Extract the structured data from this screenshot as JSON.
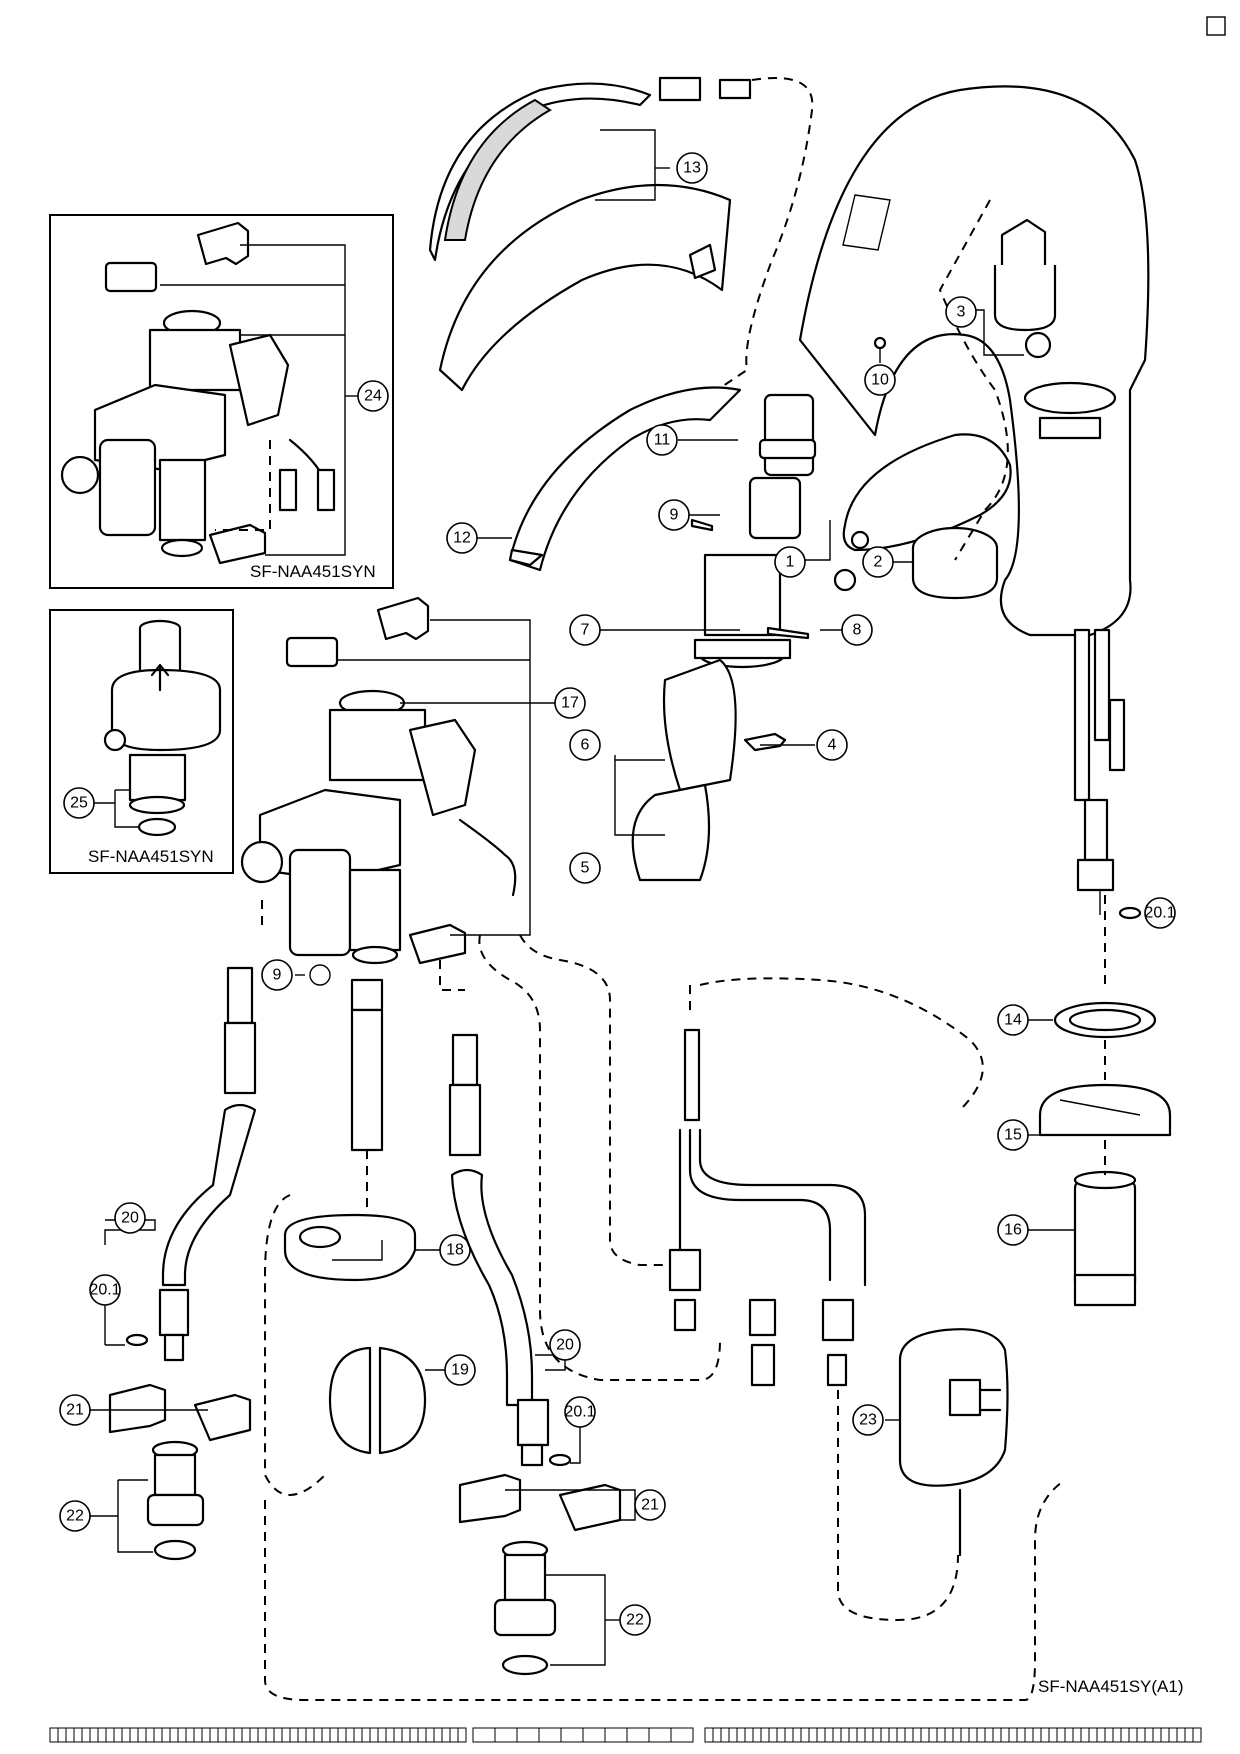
{
  "inset_top": {
    "model": "SF-NAA451SYN"
  },
  "inset_mid": {
    "model": "SF-NAA451SYN"
  },
  "main": {
    "model": "SF-NAA451SY(A1)"
  },
  "callouts": {
    "c1": "1",
    "c2": "2",
    "c3": "3",
    "c4": "4",
    "c5": "5",
    "c6": "6",
    "c7": "7",
    "c8": "8",
    "c9a": "9",
    "c9b": "9",
    "c10": "10",
    "c11": "11",
    "c12": "12",
    "c13": "13",
    "c14": "14",
    "c15": "15",
    "c16": "16",
    "c17": "17",
    "c18": "18",
    "c19": "19",
    "c20a": "20",
    "c20b": "20",
    "c201a": "20.1",
    "c201b": "20.1",
    "c201c": "20.1",
    "c21a": "21",
    "c21b": "21",
    "c22a": "22",
    "c22b": "22",
    "c23": "23",
    "c24": "24",
    "c25": "25"
  }
}
